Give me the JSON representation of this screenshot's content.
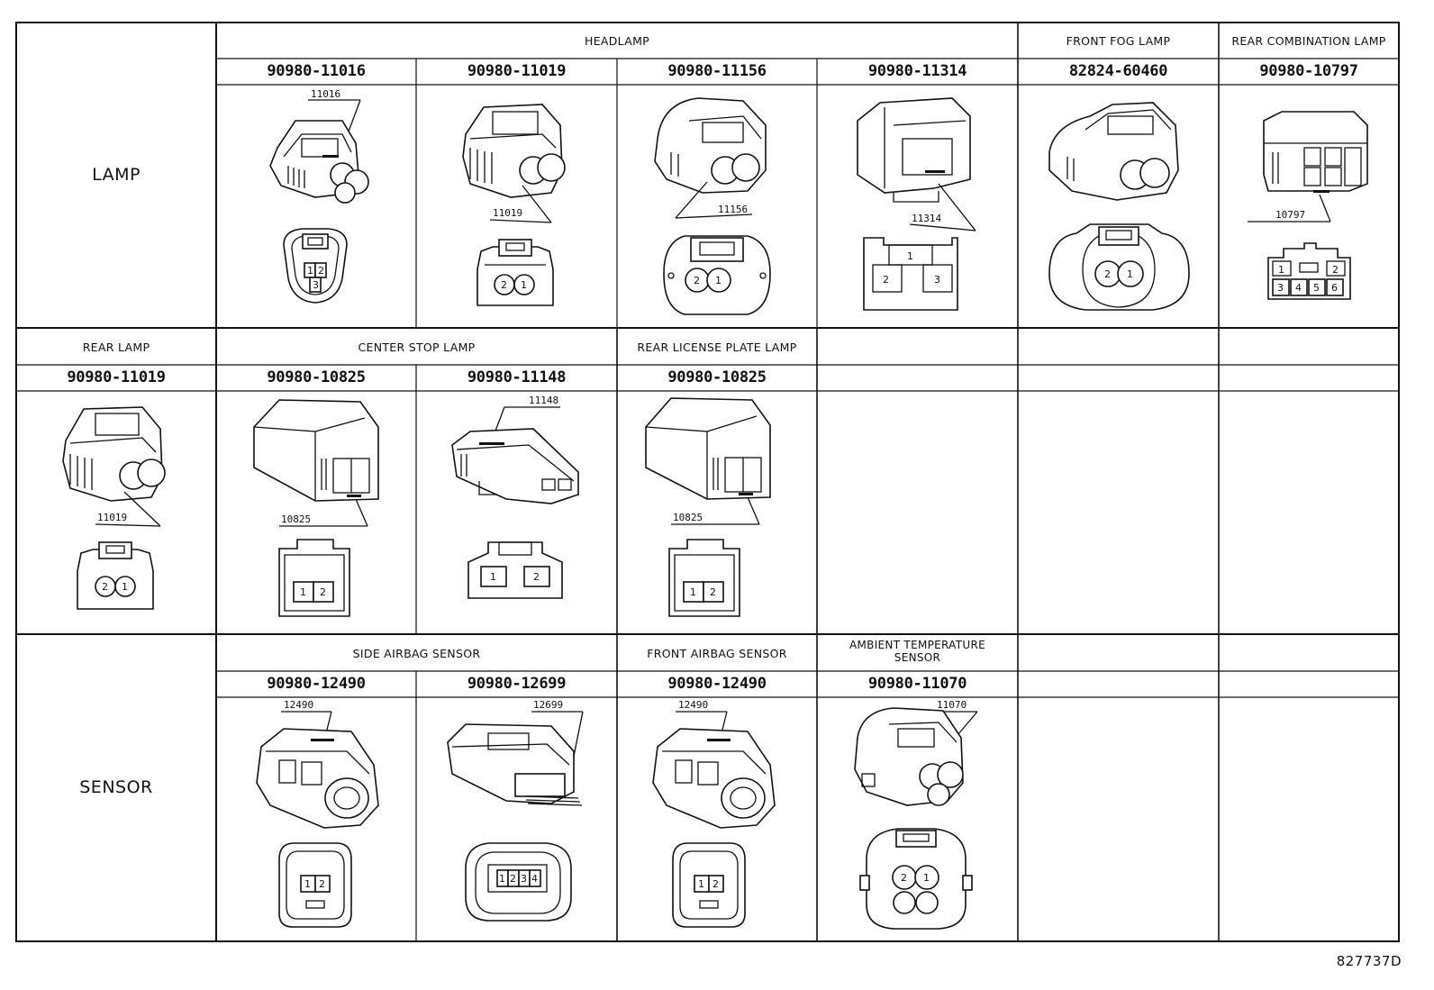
{
  "figure_id": "827737D",
  "rows": {
    "lamp": "LAMP",
    "sensor": "SENSOR"
  },
  "row1": {
    "categories": {
      "headlamp": "HEADLAMP",
      "front_fog": "FRONT FOG LAMP",
      "rear_comb": "REAR COMBINATION LAMP"
    },
    "cells": [
      {
        "part_no": "90980-11016",
        "callout": "11016",
        "pins": [
          "1",
          "2",
          "3"
        ]
      },
      {
        "part_no": "90980-11019",
        "callout": "11019",
        "pins": [
          "2",
          "1"
        ]
      },
      {
        "part_no": "90980-11156",
        "callout": "11156",
        "pins": [
          "2",
          "1"
        ]
      },
      {
        "part_no": "90980-11314",
        "callout": "11314",
        "pins": [
          "1",
          "2",
          "3"
        ]
      },
      {
        "part_no": "82824-60460",
        "callout": "",
        "pins": [
          "2",
          "1"
        ]
      },
      {
        "part_no": "90980-10797",
        "callout": "10797",
        "pins": [
          "1",
          "2",
          "3",
          "4",
          "5",
          "6"
        ]
      }
    ]
  },
  "row2": {
    "categories": {
      "rear_lamp": "REAR LAMP",
      "center_stop": "CENTER STOP LAMP",
      "rear_license": "REAR LICENSE PLATE LAMP"
    },
    "cells": [
      {
        "part_no": "90980-11019",
        "callout": "11019",
        "pins": [
          "2",
          "1"
        ]
      },
      {
        "part_no": "90980-10825",
        "callout": "10825",
        "pins": [
          "1",
          "2"
        ]
      },
      {
        "part_no": "90980-11148",
        "callout": "11148",
        "pins": [
          "1",
          "2"
        ]
      },
      {
        "part_no": "90980-10825",
        "callout": "10825",
        "pins": [
          "1",
          "2"
        ]
      }
    ]
  },
  "row3": {
    "categories": {
      "side_airbag": "SIDE AIRBAG SENSOR",
      "front_airbag": "FRONT AIRBAG SENSOR",
      "ambient_line1": "AMBIENT TEMPERATURE",
      "ambient_line2": "SENSOR"
    },
    "cells": [
      {
        "part_no": "90980-12490",
        "callout": "12490",
        "pins": [
          "1",
          "2"
        ]
      },
      {
        "part_no": "90980-12699",
        "callout": "12699",
        "pins": [
          "1",
          "2",
          "3",
          "4"
        ]
      },
      {
        "part_no": "90980-12490",
        "callout": "12490",
        "pins": [
          "1",
          "2"
        ]
      },
      {
        "part_no": "90980-11070",
        "callout": "11070",
        "pins": [
          "2",
          "1"
        ]
      }
    ]
  }
}
